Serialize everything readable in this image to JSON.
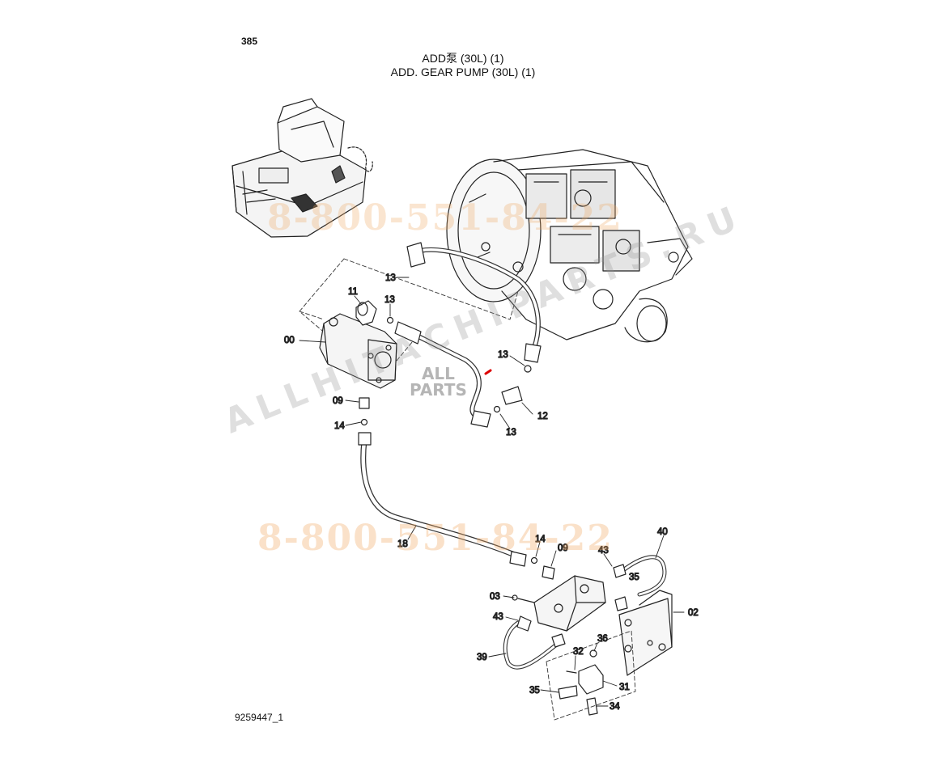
{
  "header": {
    "page_number": "385",
    "title_cn": "ADD泵 (30L) (1)",
    "title_en": "ADD. GEAR PUMP (30L) (1)"
  },
  "footer": {
    "drawing_number": "9259447_1"
  },
  "watermarks": {
    "phone_1": "8-800-551-84-22",
    "phone_2": "8-800-551-84-22",
    "site": "ALLHITACHIPARTS.RU",
    "logo_top": "ALL",
    "logo_bottom": "PARTS"
  },
  "part_callouts": [
    {
      "id": "callout-00",
      "label": "00"
    },
    {
      "id": "callout-11",
      "label": "11"
    },
    {
      "id": "callout-13a",
      "label": "13"
    },
    {
      "id": "callout-13b",
      "label": "13"
    },
    {
      "id": "callout-13c",
      "label": "13"
    },
    {
      "id": "callout-13d",
      "label": "13"
    },
    {
      "id": "callout-12",
      "label": "12"
    },
    {
      "id": "callout-09a",
      "label": "09"
    },
    {
      "id": "callout-14a",
      "label": "14"
    },
    {
      "id": "callout-18",
      "label": "18"
    },
    {
      "id": "callout-14b",
      "label": "14"
    },
    {
      "id": "callout-09b",
      "label": "09"
    },
    {
      "id": "callout-40",
      "label": "40"
    },
    {
      "id": "callout-43a",
      "label": "43"
    },
    {
      "id": "callout-35a",
      "label": "35"
    },
    {
      "id": "callout-03",
      "label": "03"
    },
    {
      "id": "callout-43b",
      "label": "43"
    },
    {
      "id": "callout-02",
      "label": "02"
    },
    {
      "id": "callout-36",
      "label": "36"
    },
    {
      "id": "callout-32",
      "label": "32"
    },
    {
      "id": "callout-39",
      "label": "39"
    },
    {
      "id": "callout-31",
      "label": "31"
    },
    {
      "id": "callout-35b",
      "label": "35"
    },
    {
      "id": "callout-34",
      "label": "34"
    }
  ]
}
